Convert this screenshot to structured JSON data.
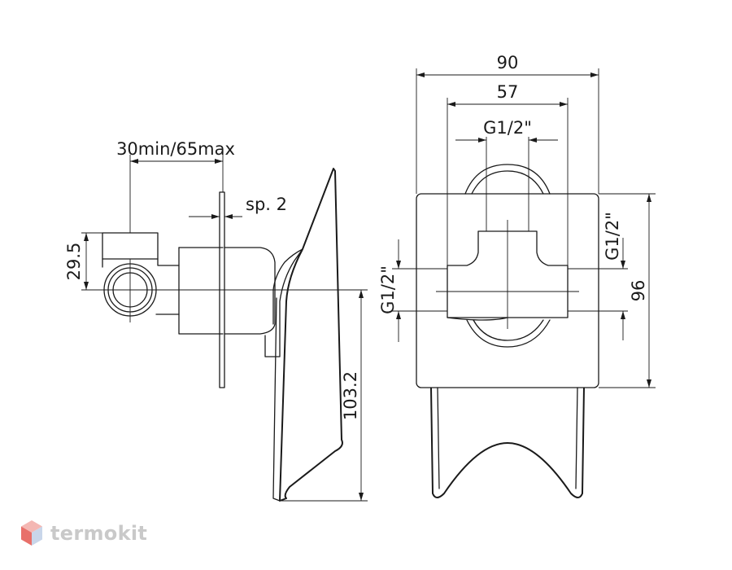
{
  "dimensions": {
    "wall_depth": "30min/65max",
    "plate_thickness": "sp. 2",
    "inlet_offset": "29.5",
    "lever_height": "103.2",
    "overall_width": "90",
    "body_width": "57",
    "top_thread": "G1/2\"",
    "left_thread": "G1/2\"",
    "right_thread": "G1/2\"",
    "plate_height": "96"
  },
  "watermark": {
    "brand": "termokit"
  }
}
